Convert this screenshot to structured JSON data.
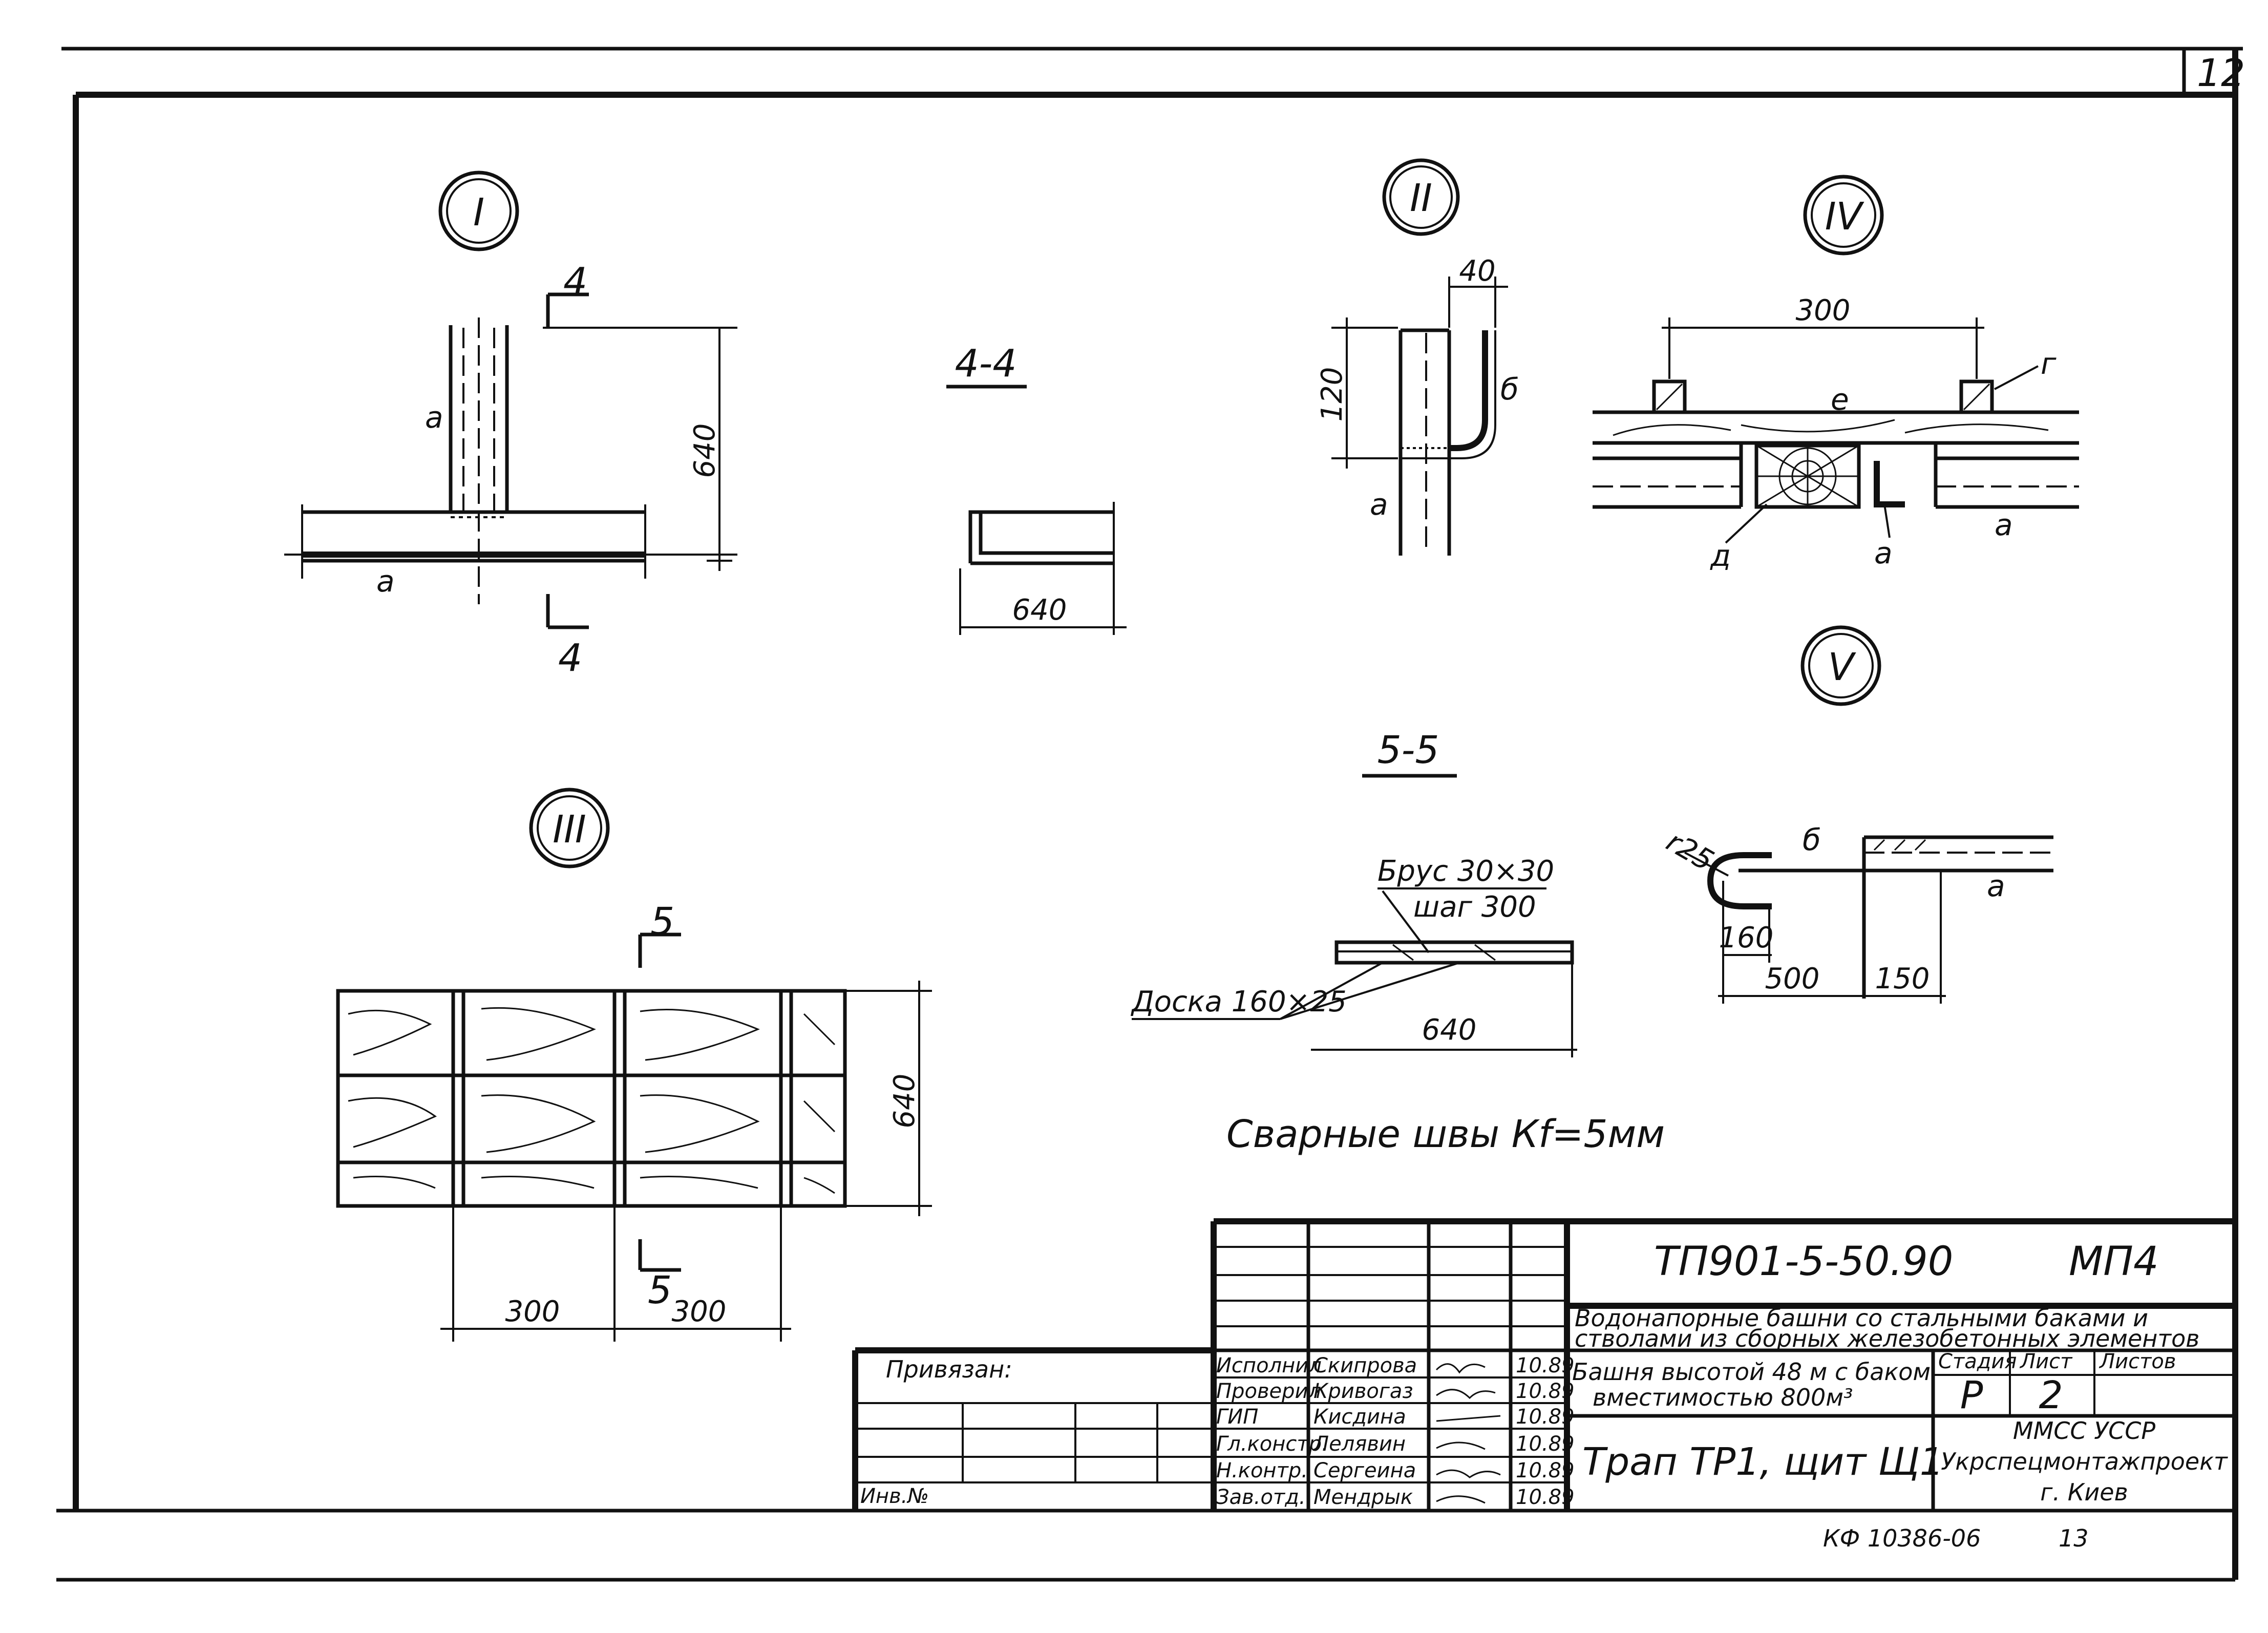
{
  "sheet_number": "12",
  "views": {
    "I": {
      "badge": "I",
      "section_mark": "4",
      "label_a_top": "а",
      "label_a_bottom": "а",
      "dim_height": "640"
    },
    "section_4_4": {
      "title": "4-4",
      "dim_width": "640"
    },
    "II": {
      "badge": "II",
      "dim_top": "40",
      "dim_height": "120",
      "label_b": "б",
      "label_a": "а"
    },
    "IV": {
      "badge": "IV",
      "dim_span": "300",
      "label_g": "г",
      "label_e": "е",
      "label_d": "д",
      "label_a1": "а",
      "label_a2": "а"
    },
    "V": {
      "badge": "V",
      "radius": "r25",
      "label_b": "б",
      "label_a": "а",
      "dim_160": "160",
      "dim_500": "500",
      "dim_150": "150"
    },
    "section_5_5": {
      "title": "5-5",
      "note_beam_line1": "Брус 30×30",
      "note_beam_line2": "шаг 300",
      "note_board": "Доска 160×25",
      "dim_width": "640"
    },
    "III": {
      "badge": "III",
      "section_mark": "5",
      "dim_height": "640",
      "dim_300_left": "300",
      "dim_300_right": "300"
    },
    "weld_note": "Сварные швы Кf=5мм"
  },
  "title_block": {
    "doc_code": "ТП901-5-50.90",
    "doc_set": "МП4",
    "project_line1": "Водонапорные башни со стальными баками и",
    "project_line2": "стволами из сборных железобетонных элементов",
    "object_line1": "Башня высотой 48 м с баком",
    "object_line2": "вместимостью 800м³",
    "sheet_title": "Трап ТР1, щит Щ1",
    "stage_header": "Стадия",
    "sheet_header": "Лист",
    "sheets_header": "Листов",
    "stage_value": "Р",
    "sheet_value": "2",
    "sheets_value": "",
    "org_line1": "ММСС УССР",
    "org_line2": "Укрспецмонтажпроект",
    "org_line3": "г. Киев",
    "bound_label": "Привязан:",
    "inv_label": "Инв.№",
    "signatures": [
      {
        "role": "Исполнил",
        "name": "Скипрова",
        "date": "10.89"
      },
      {
        "role": "Проверил",
        "name": "Кривогаз",
        "date": "10.89"
      },
      {
        "role": "ГИП",
        "name": "Кисдина",
        "date": "10.89"
      },
      {
        "role": "Гл.констр.",
        "name": "Лелявин",
        "date": "10.89"
      },
      {
        "role": "Н.контр.",
        "name": "Сергеина",
        "date": "10.89"
      },
      {
        "role": "Зав.отд.",
        "name": "Мендрык",
        "date": "10.89"
      }
    ]
  },
  "footer": {
    "archive_code": "КФ 10386-06",
    "page": "13"
  }
}
